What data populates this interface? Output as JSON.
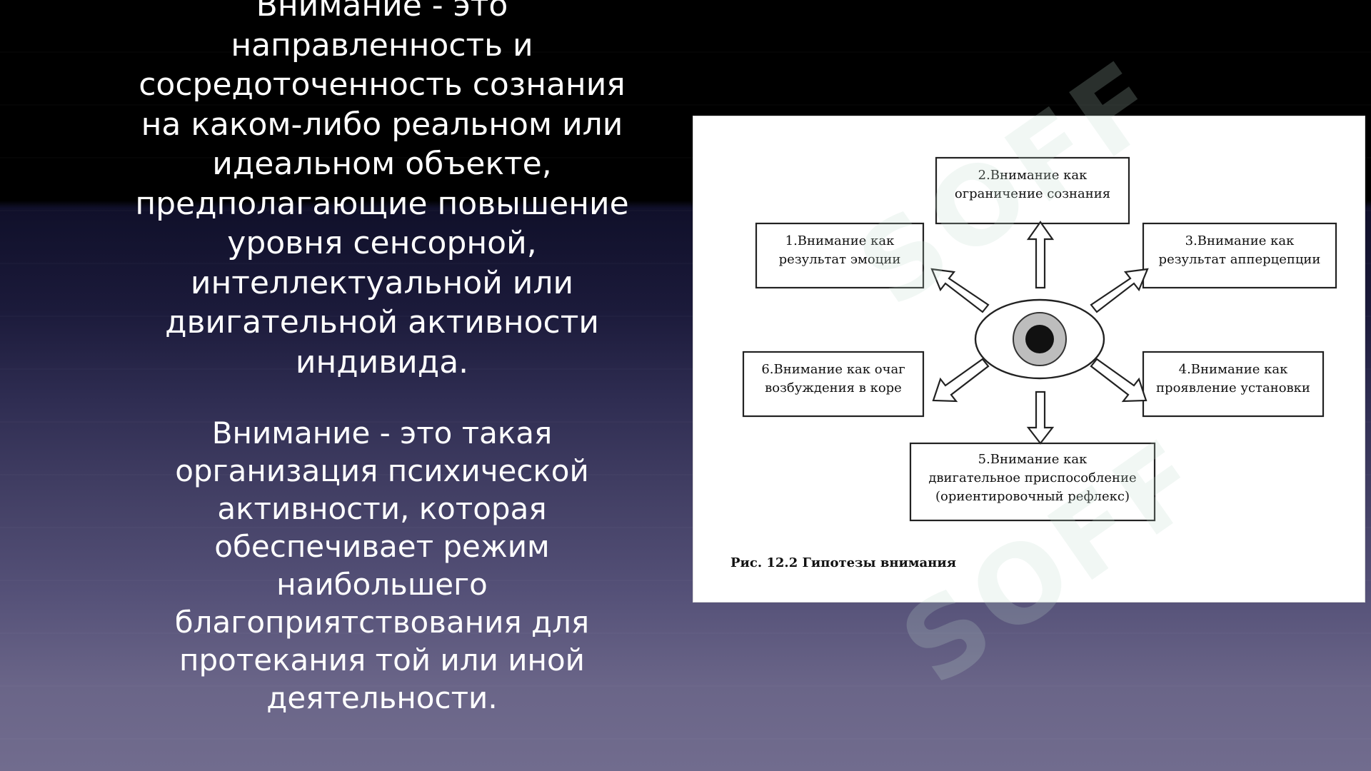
{
  "paragraph1": "Внимание - это\nнаправленность и\nсосредоточенность сознания\nна каком-либо реальном или\nидеальном объекте,\nпредполагающие повышение\nуровня сенсорной,\nинтеллектуальной или\nдвигательной активности\nиндивида.",
  "paragraph2": "Внимание - это такая\nорганизация психической\nактивности, которая\nобеспечивает режим\nнаибольшего\nблагоприятствования для\nпротекания той или иной\nдеятельности.",
  "diagram": {
    "box2": [
      "2.Внимание как",
      "ограничение сознания"
    ],
    "box1": [
      "1.Внимание как",
      "результат эмоции"
    ],
    "box3": [
      "3.Внимание как",
      "результат апперцепции"
    ],
    "box6": [
      "6.Внимание как очаг",
      "возбуждения в коре"
    ],
    "box4": [
      "4.Внимание как",
      "проявление установки"
    ],
    "box5": [
      "5.Внимание как",
      "двигательное приспособление",
      "(ориентировочный рефлекс)"
    ],
    "caption": "Рис. 12.2 Гипотезы внимания"
  },
  "watermark_text": "SOFF"
}
